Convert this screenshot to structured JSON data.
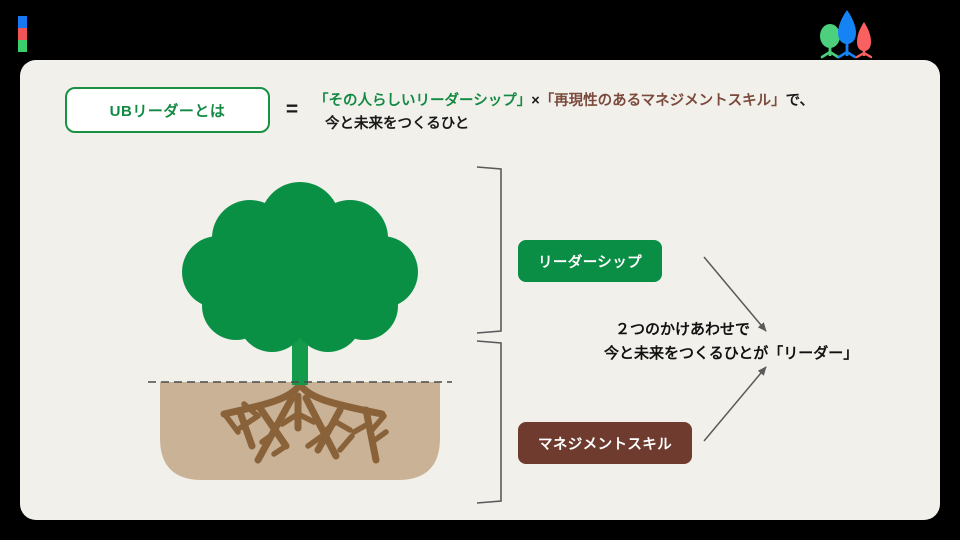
{
  "slide": {
    "background_color": "#000000",
    "card_color": "#F1F0EB"
  },
  "corner_bar": {
    "name": "corner-accent-bar",
    "segments": [
      {
        "color": "#1877F2"
      },
      {
        "color": "#F05454"
      },
      {
        "color": "#3ACF6B"
      }
    ]
  },
  "logo": {
    "name": "three-trees-logo",
    "trees": [
      {
        "label": "green-round-tree",
        "color": "#4CD07D"
      },
      {
        "label": "blue-tall-tree",
        "color": "#1683F5"
      },
      {
        "label": "red-cone-tree",
        "color": "#FA6060"
      }
    ]
  },
  "header": {
    "title_pill": {
      "label": "UBリーダーとは",
      "border_color": "#1A9141",
      "text_color": "#138A43",
      "fill_color": "#FFFFFF"
    },
    "equals": "=",
    "headline": {
      "line1_part1": "「その人らしいリーダーシップ」",
      "line1_multiply": "×",
      "line1_part2": "「再現性のあるマネジメントスキル」",
      "line1_tail": "で、",
      "line2": "今と未来をつくるひと",
      "green_color": "#138A43",
      "brown_color": "#7B4A3C"
    }
  },
  "illustration": {
    "name": "tree-with-roots",
    "canopy_color": "#0A9045",
    "trunk_color": "#139A4A",
    "soil_color": "#C9B295",
    "root_color": "#8A6239",
    "ground_line_color": "#4A4A4A",
    "ground_line_style": "dashed"
  },
  "badges": [
    {
      "id": "leadership",
      "label": "リーダーシップ",
      "background": "#0A8D45",
      "text_color": "#FFFFFF"
    },
    {
      "id": "management",
      "label": "マネジメントスキル",
      "background": "#6E3B2E",
      "text_color": "#FFFFFF"
    }
  ],
  "brackets": {
    "name": "grouping-brackets",
    "color": "#5A5A5A",
    "count": 2
  },
  "arrows": {
    "name": "connector-arrows",
    "color": "#5A5A5A",
    "top_direction": "down-right",
    "bottom_direction": "up-right"
  },
  "conclusion": {
    "line1": "２つのかけあわせで",
    "line2": "今と未来をつくるひとが「リーダー」",
    "text_color": "#111111"
  }
}
